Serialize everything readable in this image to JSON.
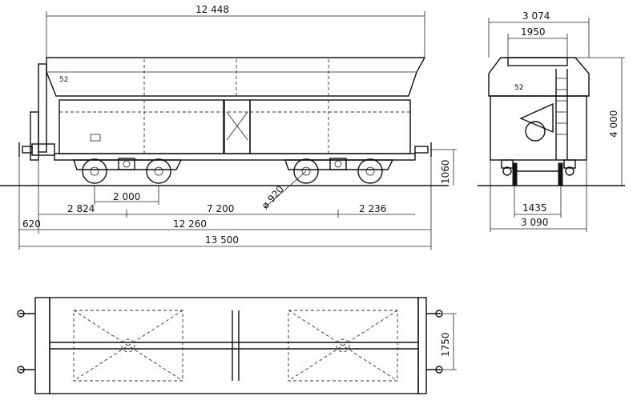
{
  "side_view": {
    "dimensions": {
      "overall_body_length": "12 448",
      "bogie_wheelbase": "2 000",
      "front_overhang": "2 824",
      "bogie_centers": "7 200",
      "rear_overhang": "2 236",
      "buffer_offset": "620",
      "length_over_headstocks": "12 260",
      "length_over_buffers": "13 500",
      "buffer_height": "1060",
      "wheel_diameter": "ø 920"
    },
    "markings": {
      "end_code": "52",
      "panel_plate": ""
    }
  },
  "end_view": {
    "dimensions": {
      "overall_width": "3 074",
      "roof_opening_width": "1950",
      "overall_height": "4 000",
      "track_gauge": "1435",
      "bottom_width": "3 090"
    },
    "markings": {
      "end_code": "52"
    }
  },
  "plan_view": {
    "dimensions": {
      "buffer_spacing": "1750"
    }
  }
}
